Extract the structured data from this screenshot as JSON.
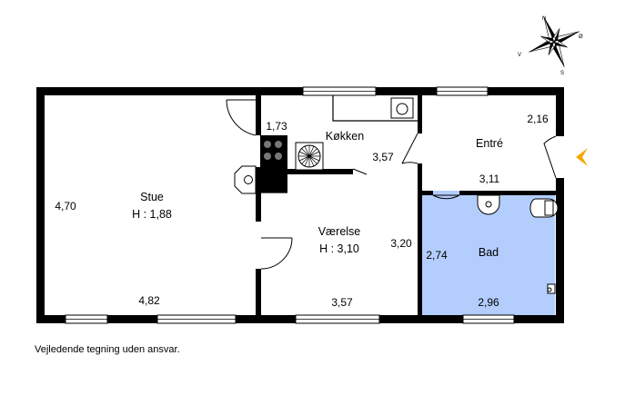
{
  "compass": {
    "n": "N",
    "o": "Ø",
    "s": "S",
    "v": "V"
  },
  "rooms": {
    "stue": {
      "name": "Stue",
      "height": "H : 1,88"
    },
    "vaerelse": {
      "name": "Værelse",
      "height": "H : 3,10"
    },
    "kokken": {
      "name": "Køkken"
    },
    "entre": {
      "name": "Entré"
    },
    "bad": {
      "name": "Bad"
    }
  },
  "dimensions": {
    "stue_height": "4,70",
    "stue_width": "4,82",
    "kokken_small": "1,73",
    "kokken_width": "3,57",
    "entre_height": "2,16",
    "entre_width": "3,11",
    "vaerelse_height": "3,20",
    "vaerelse_width": "3,57",
    "bad_height": "2,74",
    "bad_width": "2,96"
  },
  "entrance_arrow_color": "#f5a800",
  "bath_fill_color": "#b3cdfd",
  "disclaimer": "Vejledende tegning uden ansvar."
}
